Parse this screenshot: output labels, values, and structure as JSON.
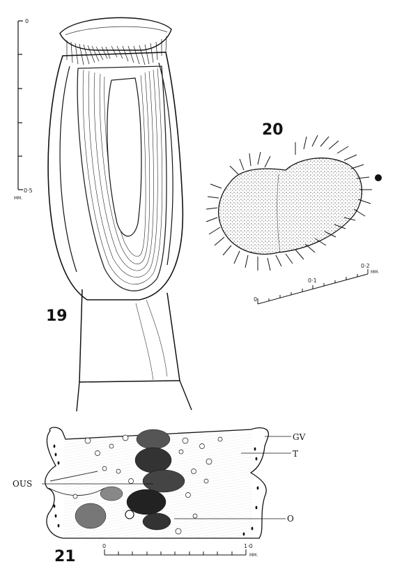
{
  "figures": [
    {
      "number": "19",
      "scale": {
        "start": "0",
        "end": "0·5",
        "unit": "MM."
      }
    },
    {
      "number": "20",
      "scale": {
        "start": "0",
        "mid": "0·1",
        "end": "0·2",
        "unit": "MM."
      }
    },
    {
      "number": "21",
      "scale": {
        "start": "0",
        "end": "1·0",
        "unit": "MM."
      },
      "labels": [
        "GV",
        "T",
        "OUS",
        "O"
      ]
    }
  ]
}
